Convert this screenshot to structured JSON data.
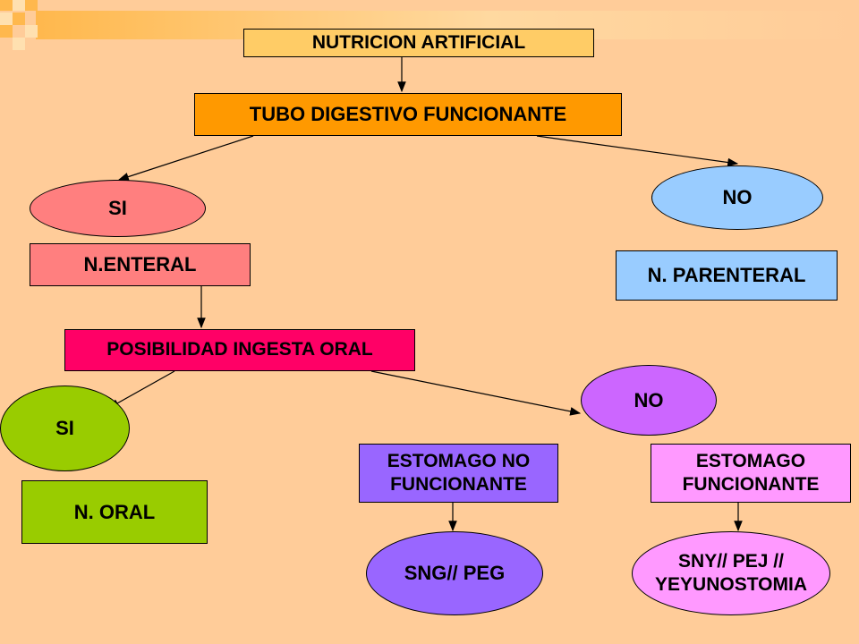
{
  "diagram": {
    "title": "NUTRICION ARTIFICIAL",
    "tubo": "TUBO DIGESTIVO FUNCIONANTE",
    "si1": "SI",
    "no1": "NO",
    "enteral": "N.ENTERAL",
    "parenteral": "N. PARENTERAL",
    "posibilidad": "POSIBILIDAD INGESTA ORAL",
    "si2": "SI",
    "no2": "NO",
    "oral": "N. ORAL",
    "estomago_no": "ESTOMAGO NO\nFUNCIONANTE",
    "estomago_si": "ESTOMAGO\nFUNCIONANTE",
    "sng": "SNG// PEG",
    "sny": "SNY// PEJ //\nYEYUNOSTOMIA"
  },
  "colors": {
    "background": "#FFCC99",
    "title": "#FFCC66",
    "tubo": "#FF9900",
    "si1": "#FF7F7F",
    "no1": "#99CCFF",
    "enteral": "#FF7F7F",
    "parenteral": "#99CCFF",
    "posibilidad": "#FF0066",
    "si2": "#99CC00",
    "no2": "#CC66FF",
    "oral": "#99CC00",
    "estomago_no": "#9966FF",
    "estomago_si": "#FF99FF",
    "sng": "#9966FF",
    "sny": "#FF99FF"
  }
}
